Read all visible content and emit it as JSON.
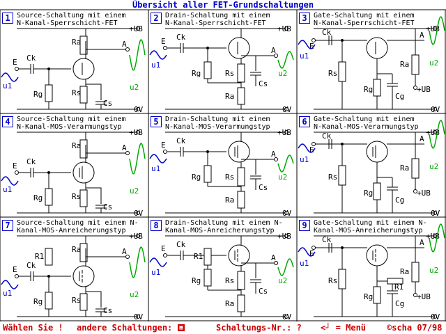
{
  "title": "Übersicht aller FET-Grundschaltungen",
  "panels": [
    {
      "num": "1",
      "l1": "Source-Schaltung mit einem",
      "l2": "N-Kanal-Sperrschicht-FET"
    },
    {
      "num": "2",
      "l1": "Drain-Schaltung mit einem",
      "l2": "N-Kanal-Sperrschicht-FET"
    },
    {
      "num": "3",
      "l1": "Gate-Schaltung mit einem",
      "l2": "N-Kanal-Sperrschicht-FET"
    },
    {
      "num": "4",
      "l1": "Source-Schaltung mit einem",
      "l2": "N-Kanal-MOS-Verarmungstyp"
    },
    {
      "num": "5",
      "l1": "Drain-Schaltung mit einem",
      "l2": "N-Kanal-MOS-Verarmungstyp"
    },
    {
      "num": "6",
      "l1": "Gate-Schaltung mit einem",
      "l2": "N-Kanal-MOS-Verarmungstyp"
    },
    {
      "num": "7",
      "l1": "Source-Schaltung mit einem N-",
      "l2": "Kanal-MOS-Anreicherungstyp"
    },
    {
      "num": "8",
      "l1": "Drain-Schaltung mit einem N-",
      "l2": "Kanal-MOS-Anreicherungstyp"
    },
    {
      "num": "9",
      "l1": "Gate-Schaltung mit einem N-",
      "l2": "Kanal-MOS-Anreicherungstyp"
    }
  ],
  "labels": {
    "ub": "+UB",
    "zero": "0V",
    "a": "A",
    "e": "E",
    "ck": "Ck",
    "cs": "Cs",
    "cg": "Cg",
    "ra": "Ra",
    "rg": "Rg",
    "rs": "Rs",
    "r1": "R1",
    "u1": "u1",
    "u2": "u2"
  },
  "footer": {
    "choose": "Wählen Sie !",
    "other": "andere Schaltungen:",
    "nr": "Schaltungs-Nr.: ?",
    "menu": "<┘ = Menü",
    "copy": "©scha 07/98"
  },
  "colors": {
    "blue": "#0000cc",
    "green": "#00aa00",
    "red": "#cc0000",
    "wire": "#000000"
  }
}
